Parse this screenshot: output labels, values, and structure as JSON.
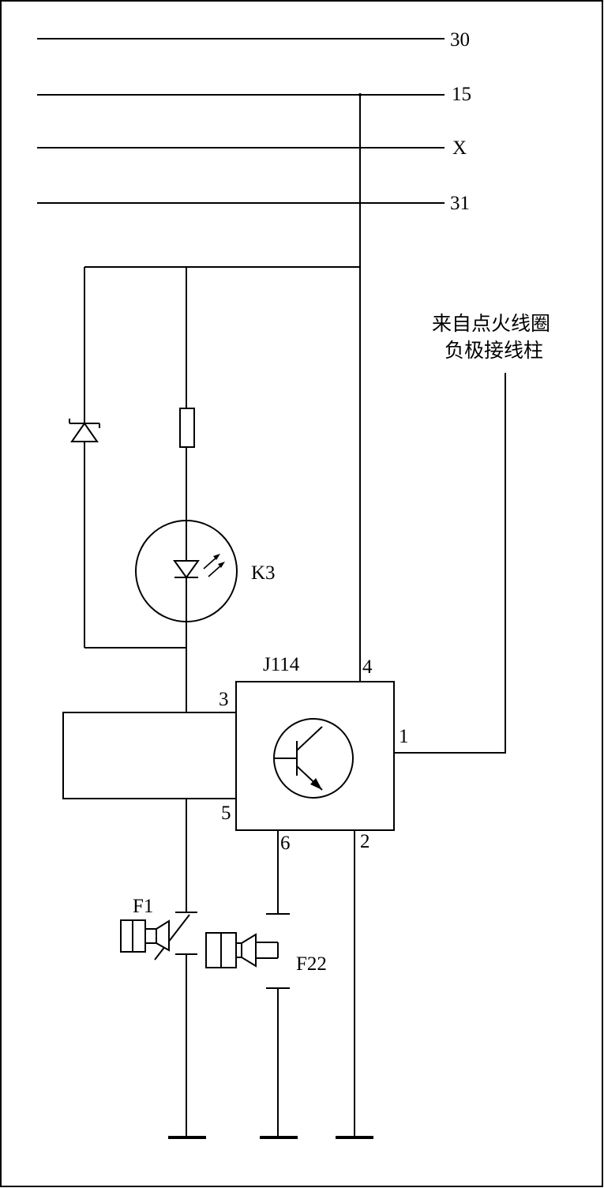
{
  "bus": {
    "line_30": "30",
    "line_15": "15",
    "line_x": "X",
    "line_31": "31"
  },
  "components": {
    "led": "K3",
    "control_unit": "J114",
    "switch_f1": "F1",
    "switch_f22": "F22"
  },
  "pins": {
    "p1": "1",
    "p2": "2",
    "p3": "3",
    "p4": "4",
    "p5": "5",
    "p6": "6"
  },
  "annotation": {
    "line1": "来自点火线圈",
    "line2": "负极接线柱"
  }
}
